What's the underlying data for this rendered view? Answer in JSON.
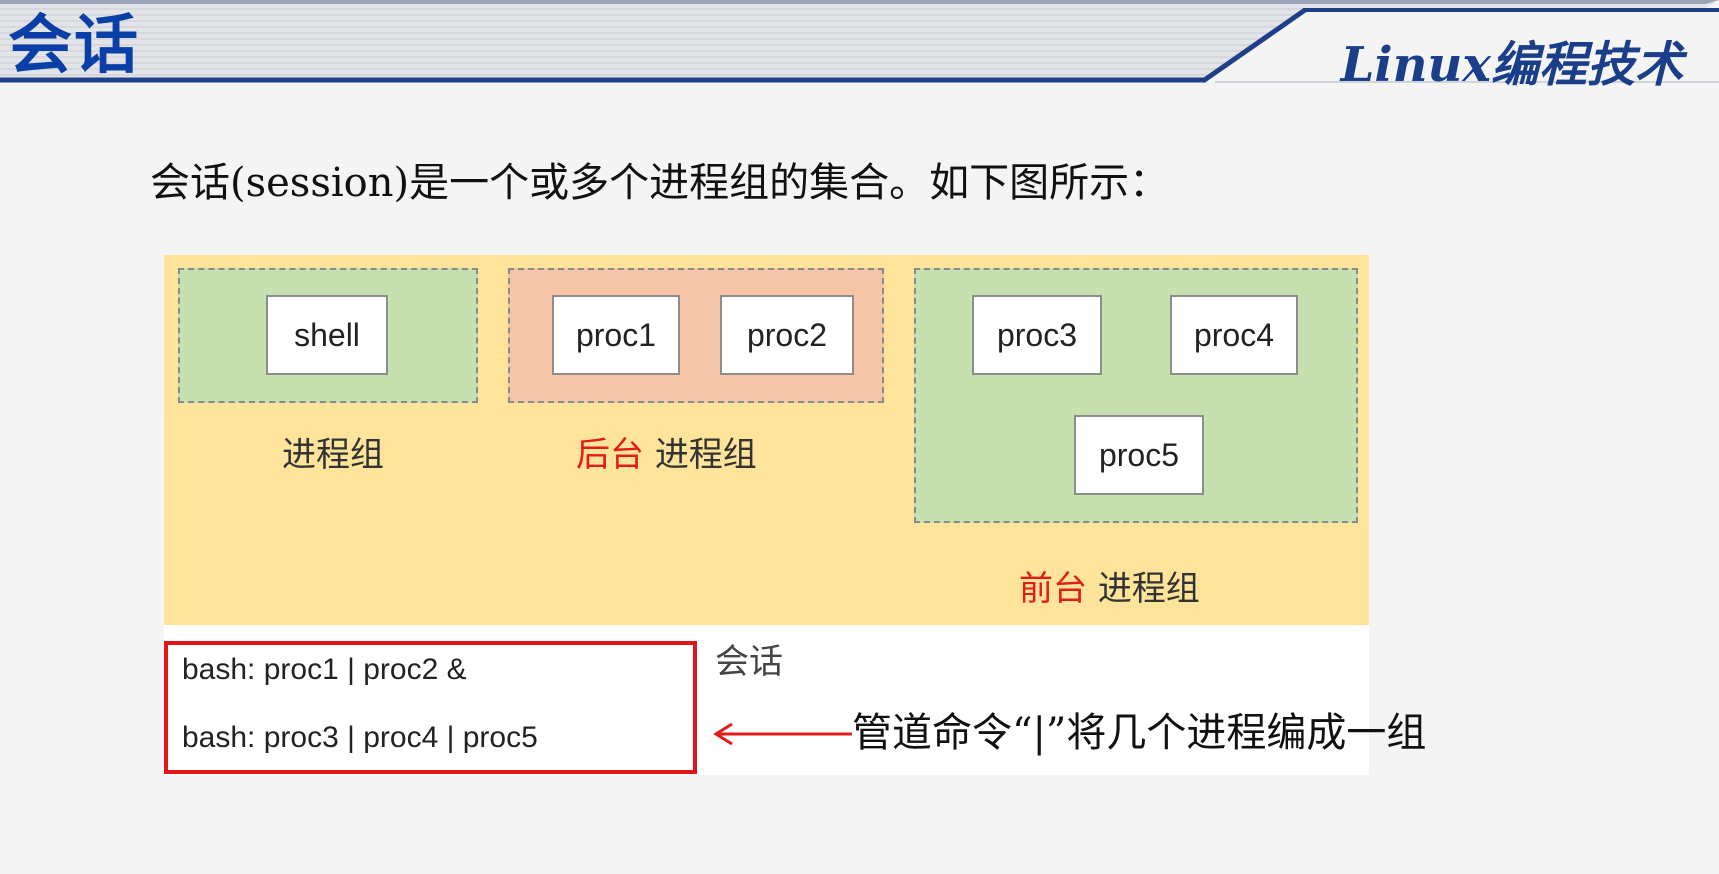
{
  "header": {
    "title": "会话",
    "course": "Linux编程技术",
    "accent_color": "#1f3f86"
  },
  "intro_text": "会话(session)是一个或多个进程组的集合。如下图所示：",
  "diagram": {
    "session_label": "会话",
    "groups": [
      {
        "processes": [
          "shell"
        ],
        "label_prefix": "",
        "label": "进程组",
        "color": "#c6e0b0"
      },
      {
        "processes": [
          "proc1",
          "proc2"
        ],
        "label_prefix": "后台",
        "label": "进程组",
        "color": "#f6c4a6"
      },
      {
        "processes": [
          "proc3",
          "proc4",
          "proc5"
        ],
        "label_prefix": "前台",
        "label": "进程组",
        "color": "#c6e0b0"
      }
    ],
    "session_color": "#fde49a",
    "highlight_color": "#e31b1b"
  },
  "commands": [
    "bash: proc1 | proc2 &",
    "bash: proc3 | proc4 | proc5"
  ],
  "note": "管道命令“|”将几个进程编成一组"
}
